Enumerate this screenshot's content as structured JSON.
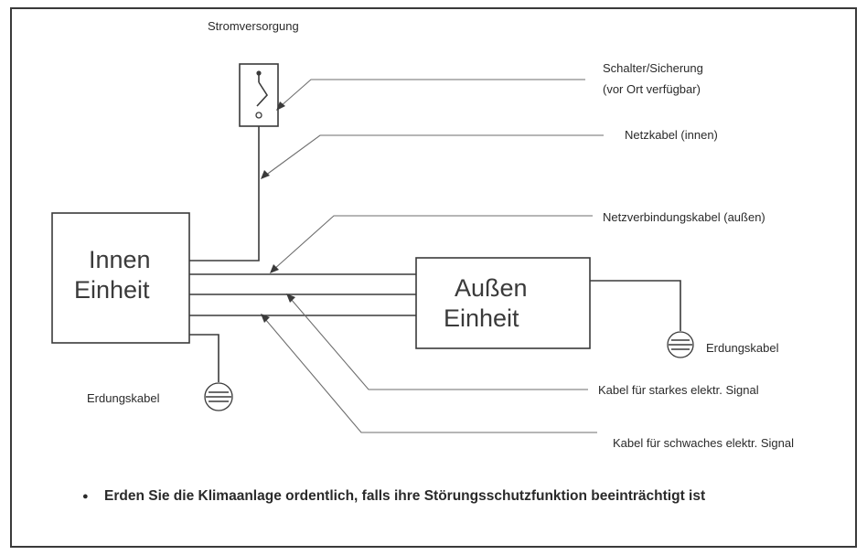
{
  "labels": {
    "power_supply": "Stromversorgung",
    "switch_fuse_line1": "Schalter/Sicherung",
    "switch_fuse_line2": "(vor Ort verfügbar)",
    "power_cable_indoor": "Netzkabel (innen)",
    "connection_cable_outdoor": "Netzverbindungskabel (außen)",
    "strong_signal_cable": "Kabel für starkes elektr. Signal",
    "weak_signal_cable": "Kabel für schwaches elektr. Signal",
    "ground_cable_outdoor": "Erdungskabel",
    "ground_cable_indoor": "Erdungskabel"
  },
  "units": {
    "indoor_line1": "Innen",
    "indoor_line2": "Einheit",
    "outdoor_line1": "Außen",
    "outdoor_line2": "Einheit"
  },
  "note": {
    "bullet": "●",
    "text": "Erden Sie die Klimaanlage ordentlich, falls ihre Störungsschutzfunktion beeinträchtigt ist"
  },
  "colors": {
    "line": "#3a3a3a",
    "leader": "#6e6e6e",
    "text": "#2a2a2a",
    "background": "#ffffff"
  }
}
